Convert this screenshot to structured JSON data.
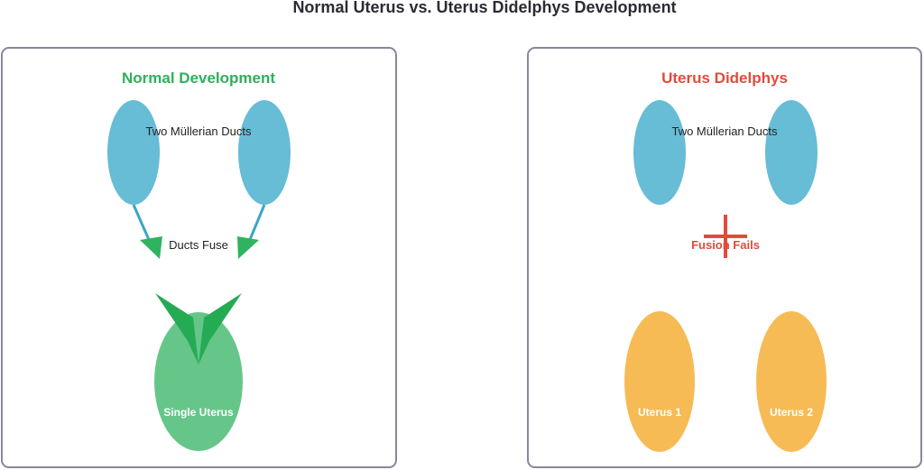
{
  "title": "Normal Uterus vs. Uterus Didelphys Development",
  "normal": {
    "title": "Normal Development",
    "ducts_label": "Two Müllerian Ducts",
    "fuse_label": "Ducts Fuse",
    "uterus_label": "Single Uterus"
  },
  "didelphys": {
    "title": "Uterus Didelphys",
    "ducts_label": "Two Müllerian Ducts",
    "fail_label": "Fusion Fails",
    "uterus1_label": "Uterus 1",
    "uterus2_label": "Uterus 2"
  },
  "colors": {
    "duct": "#67bcd6",
    "arrow_shaft": "#3aa7c2",
    "arrow_head": "#2fb35f",
    "normal_title": "#2faf5c",
    "single_uterus": "#66c68a",
    "v_shape": "#26ab55",
    "didelphys_title": "#e04b3c",
    "fail_cross": "#e04b3c",
    "separate_uterus": "#f6bb55",
    "panel_border": "#888899"
  }
}
